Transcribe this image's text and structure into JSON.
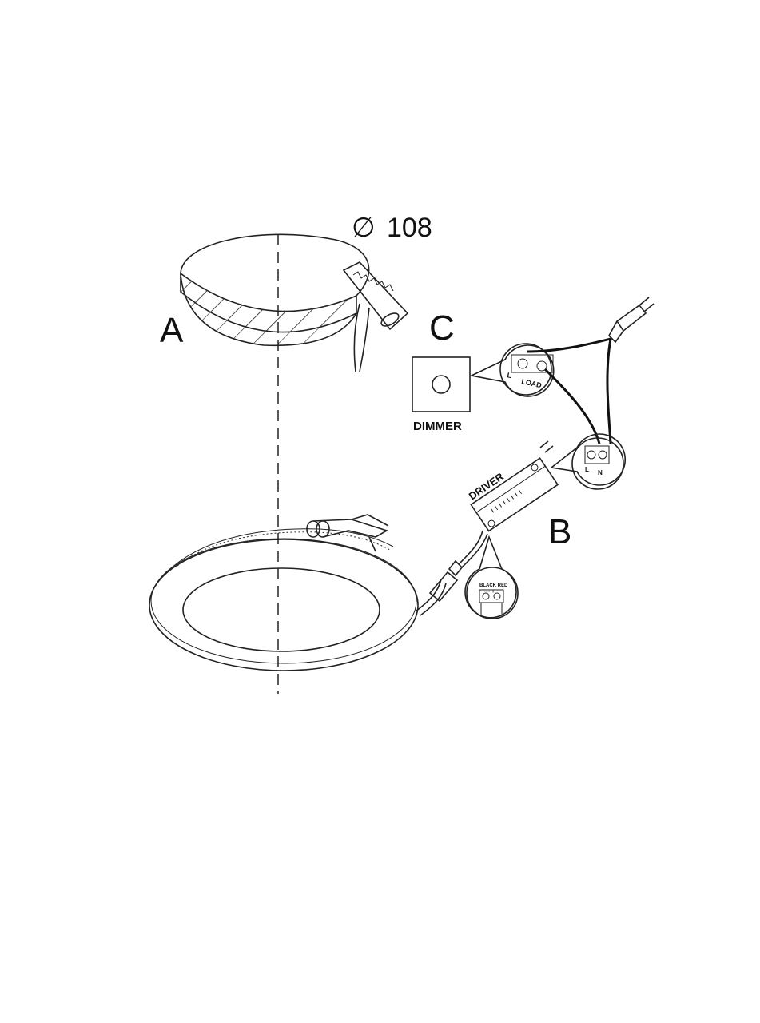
{
  "diameter": {
    "symbol": "∅",
    "value": "108"
  },
  "labels": {
    "a": "A",
    "b": "B",
    "c": "C"
  },
  "dimmer": {
    "label": "DIMMER",
    "terminal_l": "L",
    "terminal_load": "LOAD"
  },
  "driver": {
    "label": "DRIVER",
    "terminal_l": "L",
    "terminal_n": "N"
  },
  "output": {
    "label": "BLACK RED",
    "polarity": "— +"
  }
}
